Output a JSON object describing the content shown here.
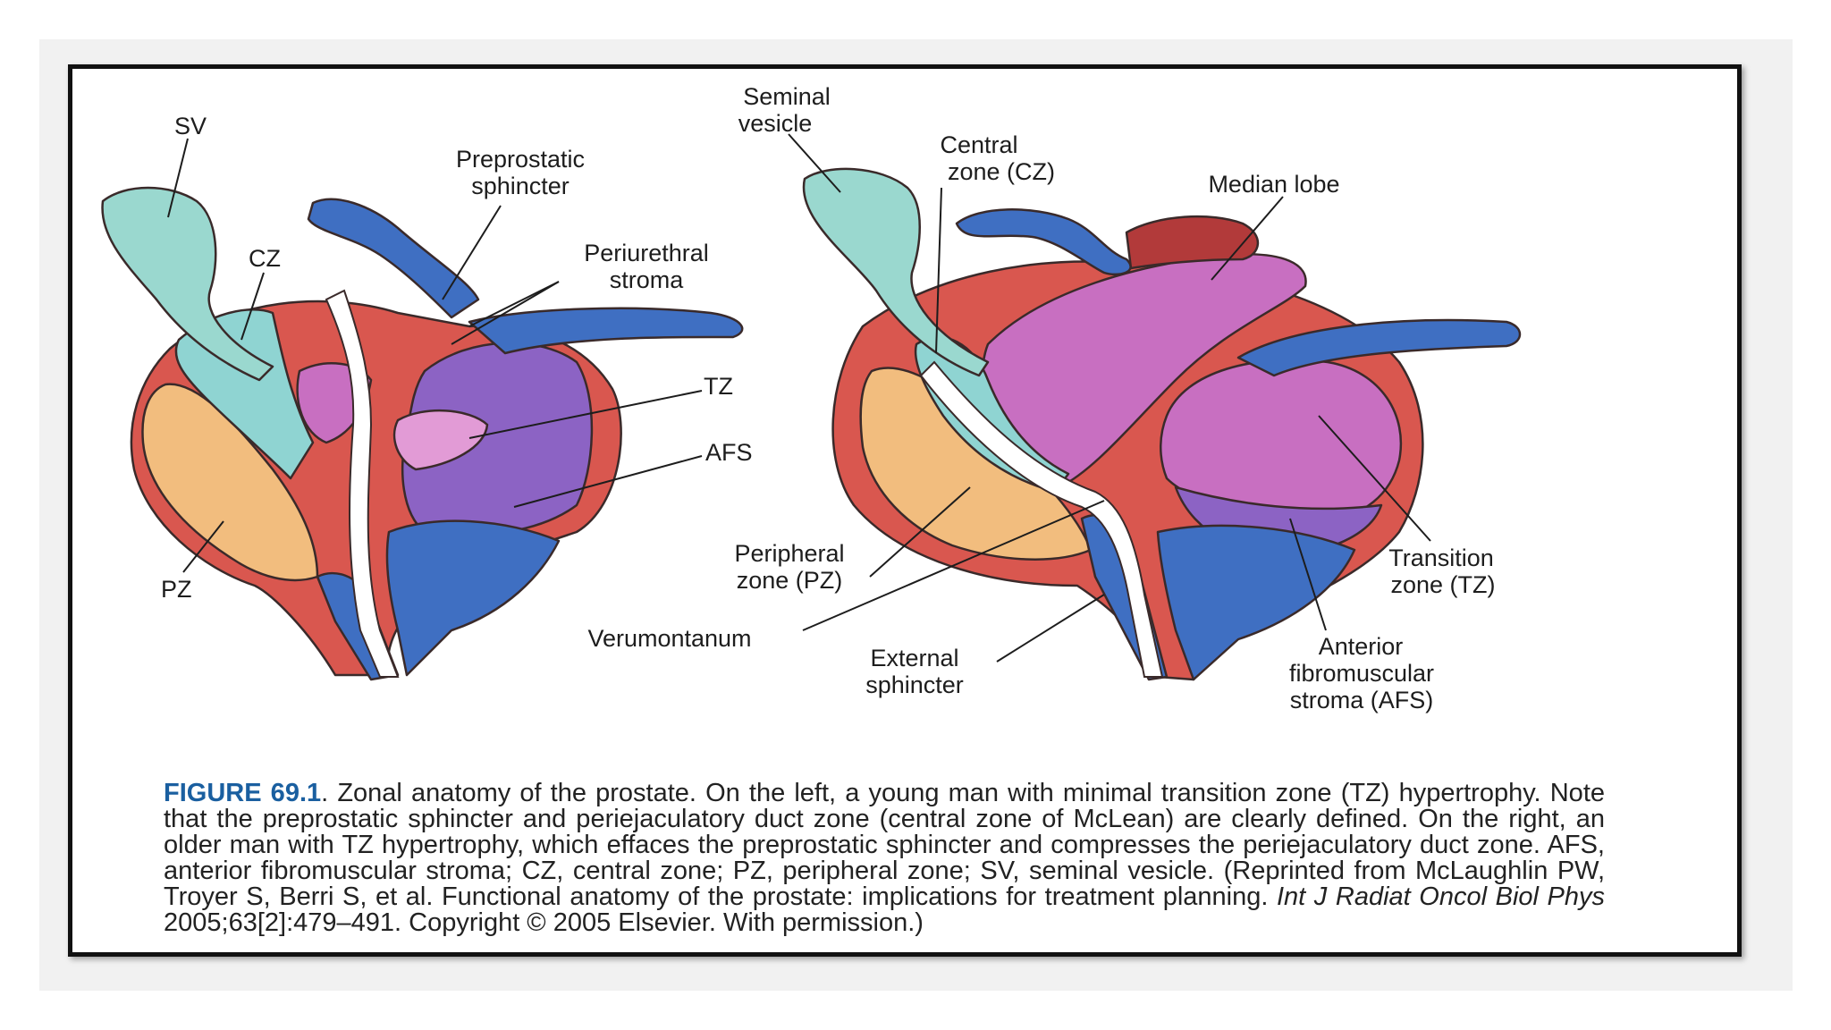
{
  "colors": {
    "frame": "#111111",
    "seminal_vesicle": "#9ad8cf",
    "central_zone": "#8fd4d2",
    "peripheral_zone": "#f2bd7e",
    "capsule": "#d9574f",
    "sphincter_blue": "#3f6fc2",
    "transition_zone": "#c86fc1",
    "afs_purple": "#8c63c4",
    "caption_label": "#1a5fa0"
  },
  "labels": {
    "sv": "SV",
    "cz": "CZ",
    "pz": "PZ",
    "preprostatic_1": "Preprostatic",
    "preprostatic_2": "sphincter",
    "periurethral_1": "Periurethral",
    "periurethral_2": "stroma",
    "tz": "TZ",
    "afs": "AFS",
    "seminal_1": "Seminal",
    "seminal_2": "vesicle",
    "central_1": "Central",
    "central_2": "zone (CZ)",
    "median_lobe": "Median lobe",
    "peripheral_1": "Peripheral",
    "peripheral_2": "zone (PZ)",
    "verumontanum": "Verumontanum",
    "external_1": "External",
    "external_2": "sphincter",
    "transition_1": "Transition",
    "transition_2": "zone (TZ)",
    "anterior_1": "Anterior",
    "anterior_2": "fibromuscular",
    "anterior_3": "stroma (AFS)"
  },
  "caption": {
    "figure_label": "FIGURE 69.1",
    "text_1": ". Zonal anatomy of the prostate. On the left, a young man with minimal transition zone (TZ) hypertrophy. Note that the preprostatic sphincter and periejaculatory duct zone (central zone of McLean) are clearly defined. On the right, an older man with TZ hypertrophy, which effaces the preprostatic sphincter and compresses the periejaculatory duct zone. AFS, anterior fibromuscular stroma; CZ, central zone; PZ, peripheral zone; SV, seminal vesicle. (Reprinted from McLaughlin PW, Troyer S, Berri S, et al. Functional anatomy of the prostate: implications for treatment planning. ",
    "journal": "Int J Radiat Oncol Biol Phys",
    "text_2": " 2005;63[2]:479–491. Copyright © 2005 Elsevier. With permission.)"
  }
}
